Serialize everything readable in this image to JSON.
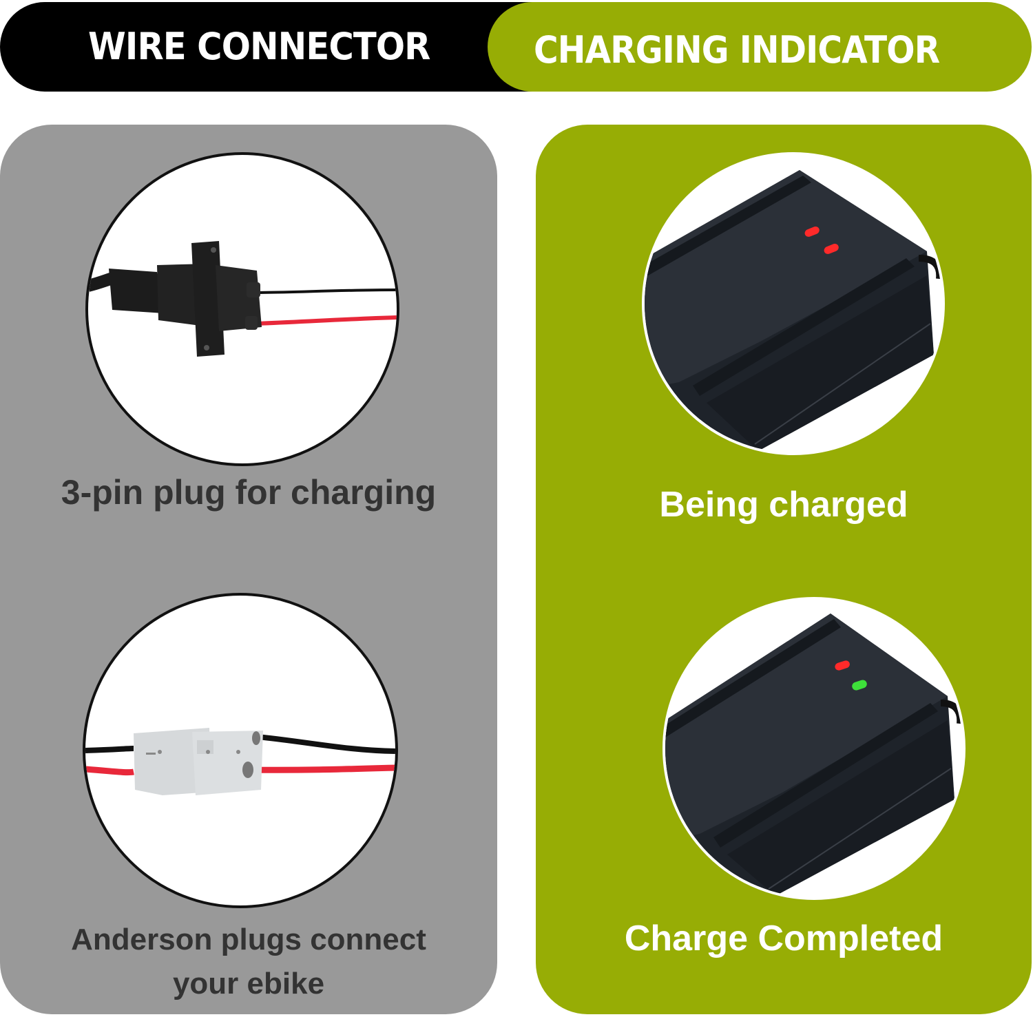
{
  "header": {
    "left_label": "WIRE CONNECTOR",
    "right_label": "CHARGING INDICATOR"
  },
  "wire_connector": {
    "items": [
      {
        "caption": "3-pin plug for charging",
        "image": "three-pin-plug-photo"
      },
      {
        "caption_line1": "Anderson plugs connect",
        "caption_line2": "your ebike",
        "image": "anderson-plug-photo"
      }
    ]
  },
  "charging_indicator": {
    "items": [
      {
        "caption": "Being charged",
        "image": "charger-red-red-led-photo",
        "leds": [
          "red",
          "red"
        ]
      },
      {
        "caption": "Charge Completed",
        "image": "charger-red-green-led-photo",
        "leds": [
          "red",
          "green"
        ]
      }
    ]
  },
  "colors": {
    "brand_green": "#97ad05",
    "panel_gray": "#999999",
    "header_black": "#000000",
    "led_red": "#ff2a2a",
    "led_green": "#3ee03a",
    "wire_red": "#e8283a"
  }
}
